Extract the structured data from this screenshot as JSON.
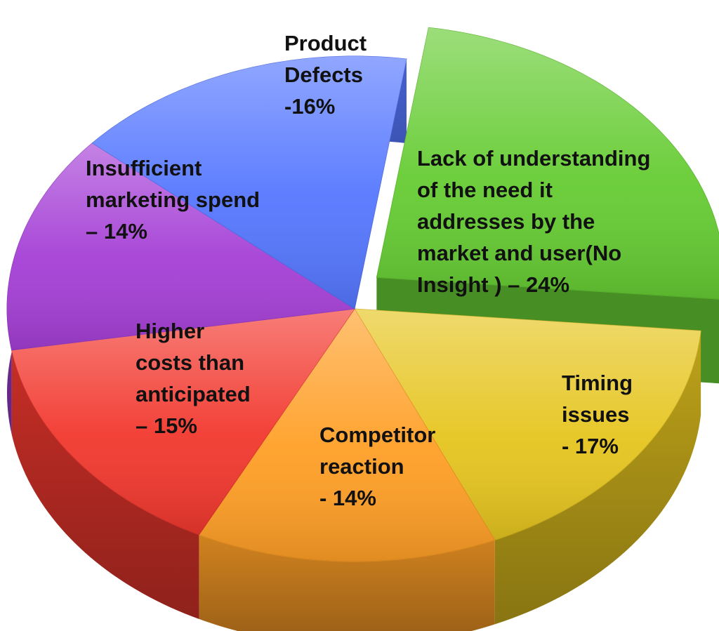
{
  "chart_data": {
    "type": "pie",
    "title": "",
    "slices": [
      {
        "label_lines": [
          "Lack of understanding",
          "of the need it",
          "addresses by the",
          "market and user(No",
          "Insight ) – 24%"
        ],
        "category": "Lack of understanding of the need it addresses by the market and user(No Insight )",
        "value": 24,
        "color": "#66cc33",
        "exploded": true
      },
      {
        "label_lines": [
          "Timing",
          "issues",
          "- 17%"
        ],
        "category": "Timing issues",
        "value": 17,
        "color": "#e6c51f"
      },
      {
        "label_lines": [
          "Competitor",
          "reaction",
          "- 14%"
        ],
        "category": "Competitor reaction",
        "value": 14,
        "color": "#ff9f26"
      },
      {
        "label_lines": [
          "Higher",
          "costs than",
          "anticipated",
          "– 15%"
        ],
        "category": "Higher costs than anticipated",
        "value": 15,
        "color": "#f2382e"
      },
      {
        "label_lines": [
          "Insufficient",
          "marketing spend",
          "– 14%"
        ],
        "category": "Insufficient marketing spend",
        "value": 14,
        "color": "#a53fd6"
      },
      {
        "label_lines": [
          "Product",
          "Defects",
          "-16%"
        ],
        "category": "Product Defects",
        "value": 16,
        "color": "#5577ff"
      }
    ]
  }
}
